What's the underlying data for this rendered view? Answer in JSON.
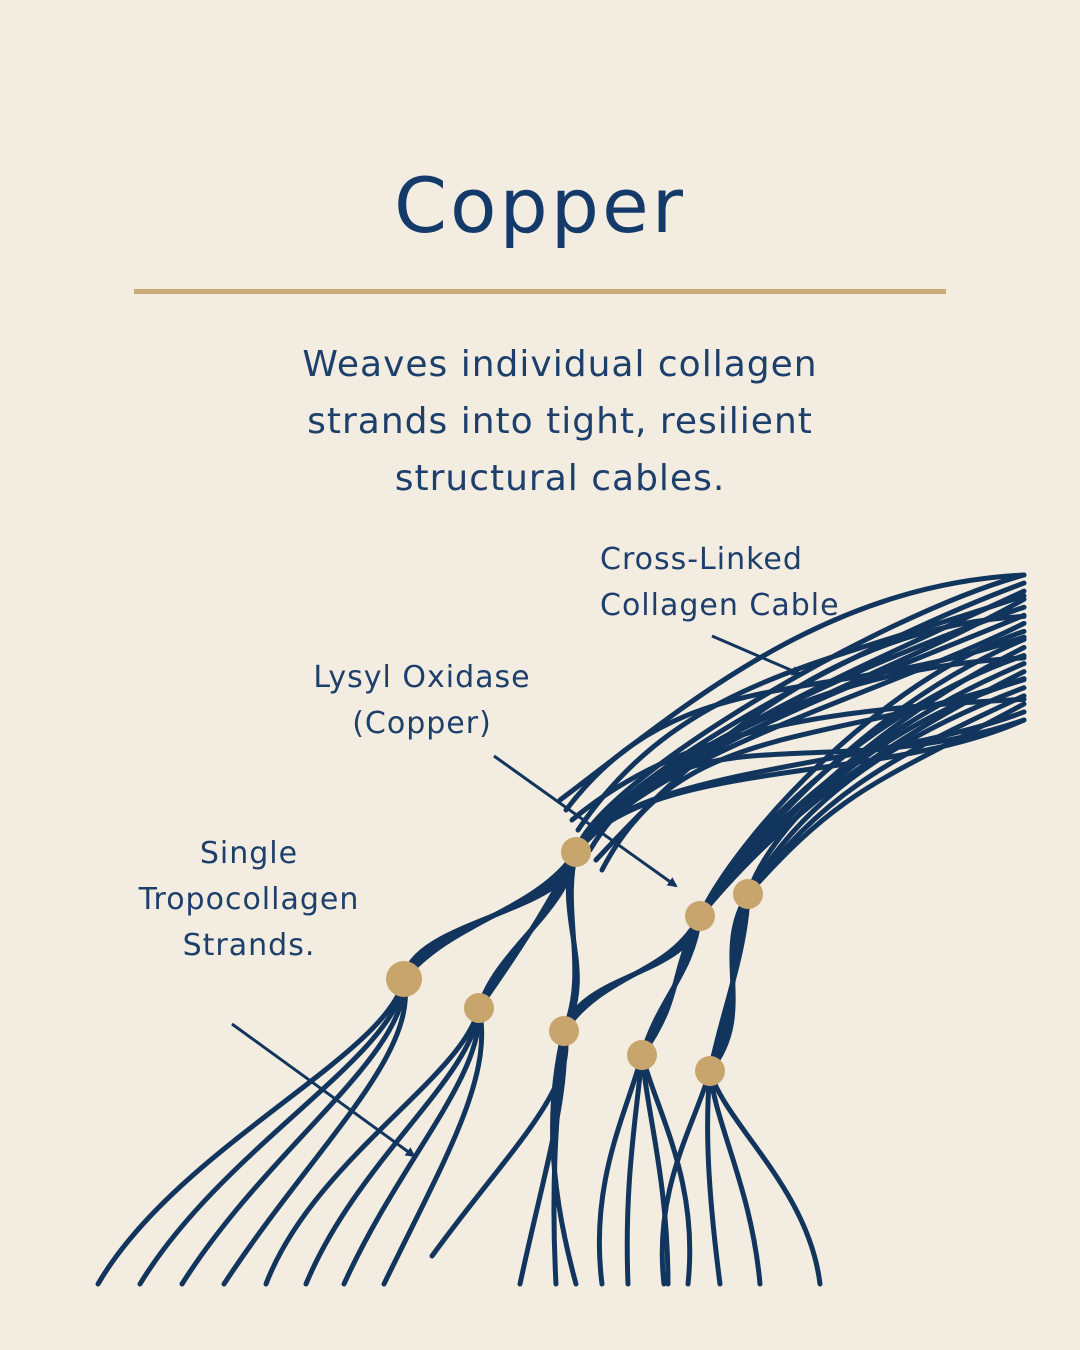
{
  "title": "Copper",
  "subtitle": {
    "lines": [
      "Weaves individual collagen",
      "strands into tight, resilient",
      "structural cables."
    ]
  },
  "labels": {
    "cable": [
      "Cross-Linked",
      "Collagen Cable"
    ],
    "lysyl_oxidase": [
      "Lysyl Oxidase",
      "(Copper)"
    ],
    "single_strands": [
      "Single",
      "Tropocollagen",
      "Strands."
    ]
  },
  "colors": {
    "background": "#f3ece0",
    "strand": "#12355e",
    "accent_gold": "#c9ab78",
    "node_gold": "#c8a56c",
    "text": "#1d3f6c"
  }
}
